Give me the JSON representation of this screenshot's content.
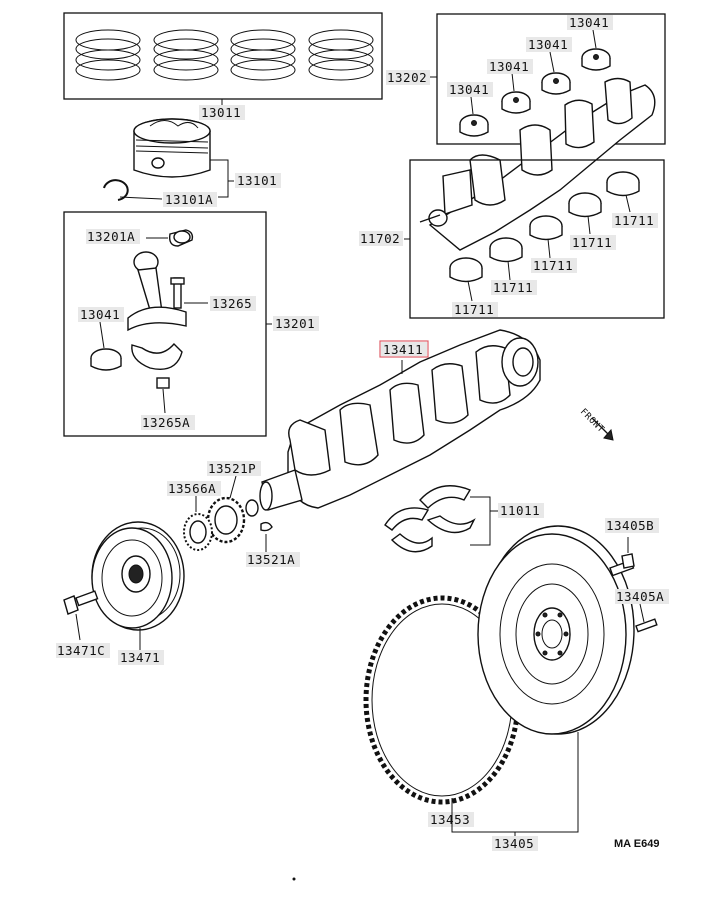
{
  "diagram": {
    "part_numbers": {
      "p13011": "13011",
      "p13202": "13202",
      "p13041a": "13041",
      "p13041b": "13041",
      "p13041c": "13041",
      "p13041d": "13041",
      "p13101": "13101",
      "p13101a": "13101A",
      "p11702": "11702",
      "p11711a": "11711",
      "p11711b": "11711",
      "p11711c": "11711",
      "p11711d": "11711",
      "p11711e": "11711",
      "p13201a": "13201A",
      "p13265": "13265",
      "p13041e": "13041",
      "p13201": "13201",
      "p13265a": "13265A",
      "p13411": "13411",
      "front": "FRONT",
      "p13521p": "13521P",
      "p13566a": "13566A",
      "p13521a": "13521A",
      "p11011": "11011",
      "p13405b": "13405B",
      "p13405a": "13405A",
      "p13471c": "13471C",
      "p13471": "13471",
      "p13453": "13453",
      "p13405": "13405"
    },
    "figure_code": "MA E649",
    "highlight_color": "#e0606a"
  }
}
